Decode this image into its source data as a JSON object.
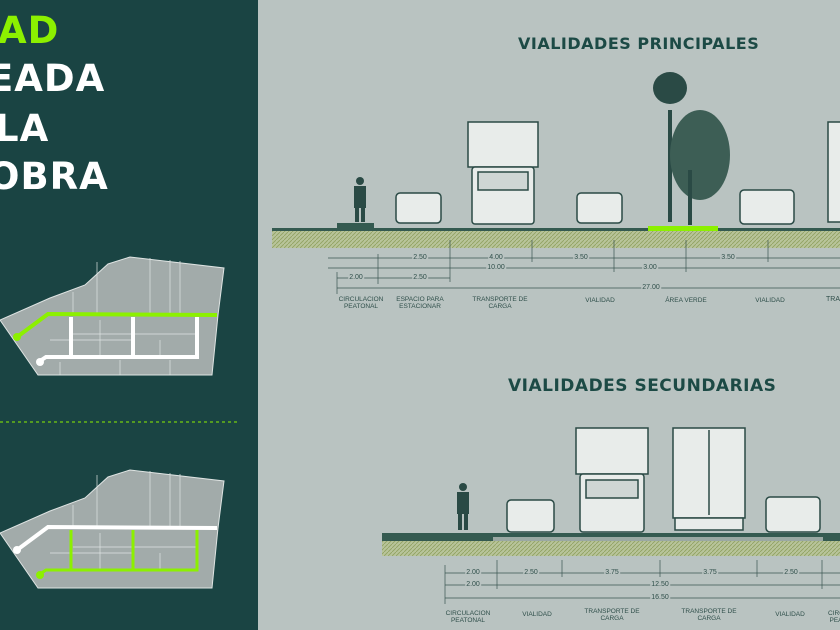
{
  "headline": {
    "line1": "AD",
    "line2": "EADA",
    "line3": "LA",
    "line4": "OBRA"
  },
  "colors": {
    "panel": "#1a4443",
    "accent": "#8cf000",
    "background": "#b9c3c1",
    "ink": "#1c4a45"
  },
  "principal": {
    "title": "VIALIDADES PRINCIPALES",
    "dims": [
      "2.50",
      "4.00",
      "3.50",
      "3.50",
      "10.00",
      "3.00",
      "2.00",
      "2.50",
      "27.00"
    ],
    "labels": [
      "CIRCULACION PEATONAL",
      "ESPACIO PARA ESTACIONAR",
      "TRANSPORTE DE CARGA",
      "VIALIDAD",
      "ÁREA VERDE",
      "VIALIDAD",
      "TRA"
    ]
  },
  "secundaria": {
    "title": "VIALIDADES SECUNDARIAS",
    "dims": [
      "2.00",
      "2.50",
      "3.75",
      "3.75",
      "2.50",
      "2.00",
      "12.50",
      "16.50"
    ],
    "labels": [
      "CIRCULACION PEATONAL",
      "VIALIDAD",
      "TRANSPORTE DE CARGA",
      "TRANSPORTE DE CARGA",
      "VIALIDAD",
      "CIRC PEA"
    ]
  }
}
